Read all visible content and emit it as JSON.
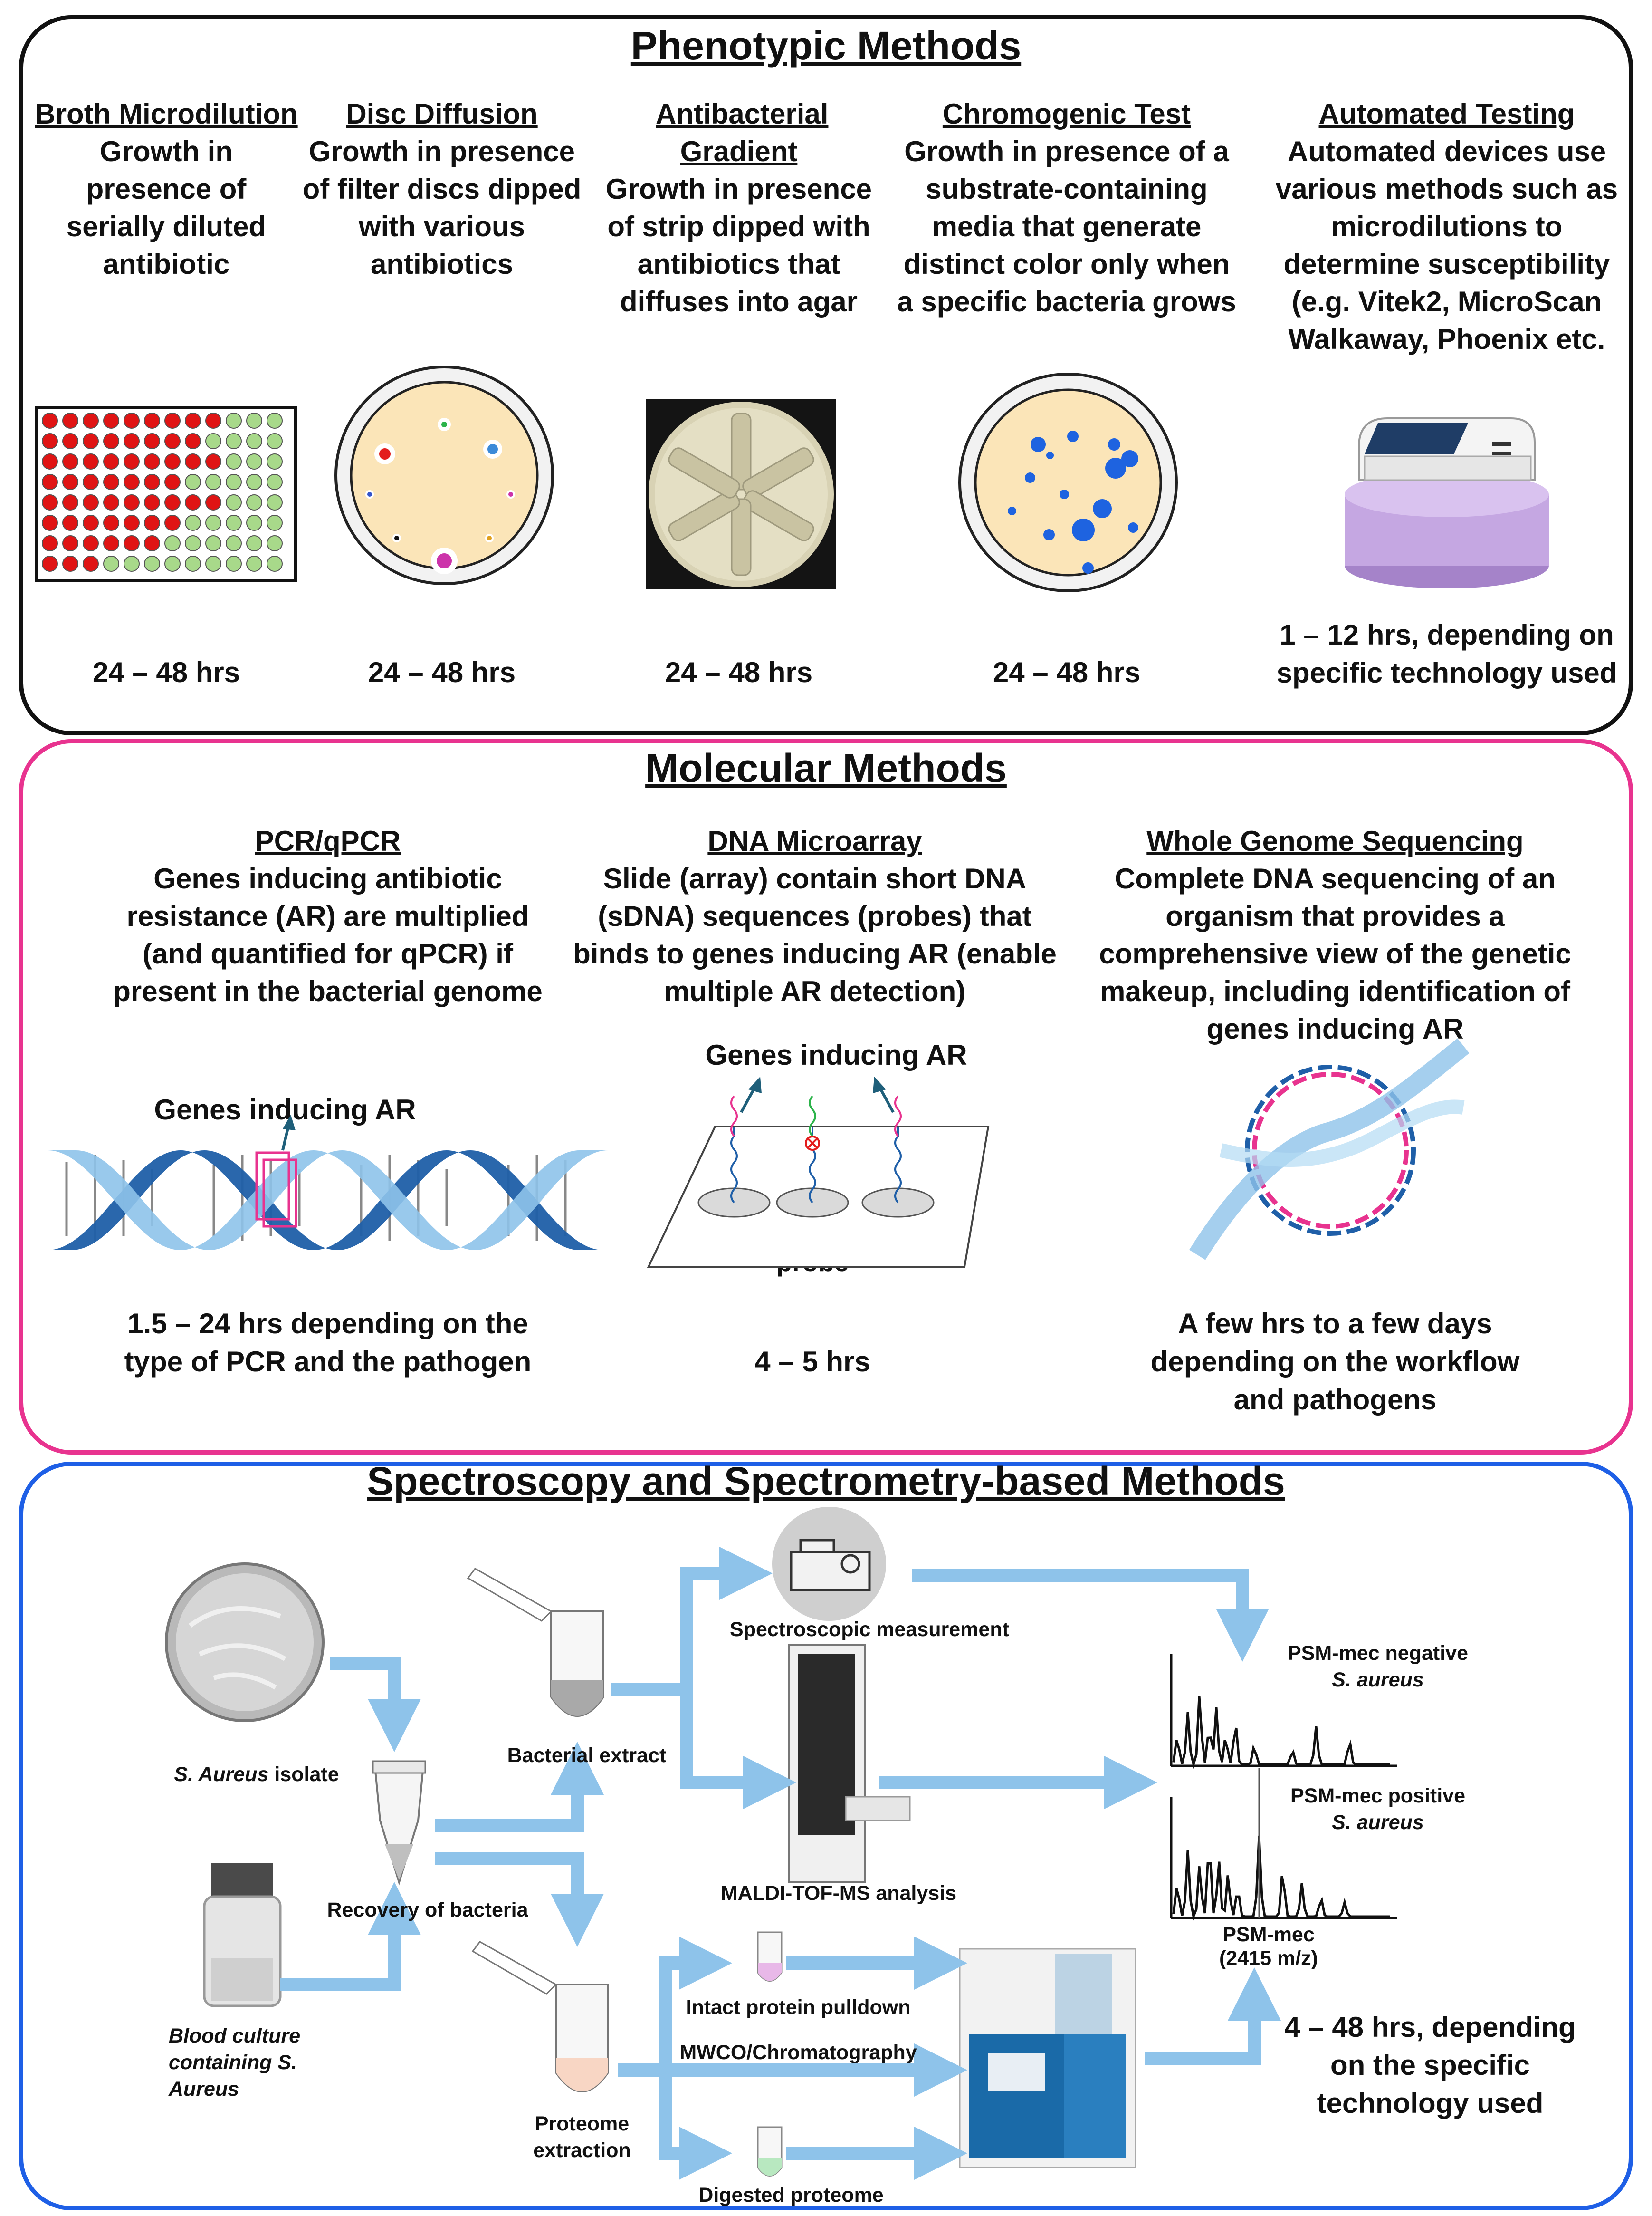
{
  "phenotypic": {
    "title": "Phenotypic Methods",
    "methods": [
      {
        "heading": "Broth Microdilution",
        "description": "Growth in presence of serially diluted antibiotic",
        "time": "24 – 48 hrs"
      },
      {
        "heading": "Disc Diffusion",
        "description": "Growth in presence of filter discs dipped with various antibiotics",
        "time": "24 – 48 hrs"
      },
      {
        "heading": "Antibacterial Gradient",
        "description": "Growth in presence of strip dipped with antibiotics that diffuses into agar",
        "time": "24 – 48 hrs"
      },
      {
        "heading": "Chromogenic Test",
        "description": "Growth in presence of a substrate-containing media that generate distinct color only when a specific bacteria grows",
        "time": "24 – 48 hrs"
      },
      {
        "heading": "Automated Testing",
        "description": "Automated devices use various methods such as microdilutions to determine susceptibility (e.g. Vitek2, MicroScan Walkaway, Phoenix etc.",
        "time": "1 – 12 hrs, depending on specific technology used"
      }
    ]
  },
  "molecular": {
    "title": "Molecular Methods",
    "methods": [
      {
        "heading": "PCR/qPCR",
        "description": "Genes inducing antibiotic resistance (AR) are multiplied (and quantified for qPCR) if present in the bacterial genome",
        "figure_label": "Genes inducing AR",
        "time": "1.5 – 24 hrs depending on the type of PCR and the pathogen"
      },
      {
        "heading": "DNA Microarray",
        "description": "Slide (array) contain short DNA (sDNA) sequences (probes) that binds to genes inducing AR (enable multiple AR detection)",
        "figure_label": "Genes inducing AR",
        "probe_label": "AR gene binding probe",
        "time": "4 – 5 hrs"
      },
      {
        "heading": "Whole Genome Sequencing",
        "description": "Complete DNA sequencing of an organism that provides a comprehensive view of the genetic makeup, including identification of genes inducing AR",
        "time": "A few hrs to a few days depending on the workflow and pathogens"
      }
    ]
  },
  "spectro": {
    "title": "Spectroscopy and Spectrometry-based Methods",
    "labels": {
      "isolate_italic": "S. Aureus",
      "isolate_rest": " isolate",
      "blood_culture": "Blood culture containing S. Aureus",
      "recovery": "Recovery of bacteria",
      "extract": "Bacterial extract",
      "proteome_extraction": "Proteome extraction",
      "spectroscopic": "Spectroscopic measurement",
      "maldi": "MALDI-TOF-MS analysis",
      "intact": "Intact protein pulldown",
      "mwco": "MWCO/Chromatography",
      "digested": "Digested proteome",
      "neg_line1": "PSM-mec negative",
      "neg_line2": "S. aureus",
      "pos_line1": "PSM-mec positive",
      "pos_line2": "S. aureus",
      "psm_line1": "PSM-mec",
      "psm_line2": "(2415 m/z)"
    },
    "time": "4 – 48 hrs, depending on the specific technology used"
  },
  "colors": {
    "phenotypic_border": "#111111",
    "molecular_border": "#e8338f",
    "spectro_border": "#1e5fe6",
    "arrow": "#8ec3ea",
    "dna_dark": "#1f5fa8",
    "dna_light": "#8ec3ea"
  }
}
